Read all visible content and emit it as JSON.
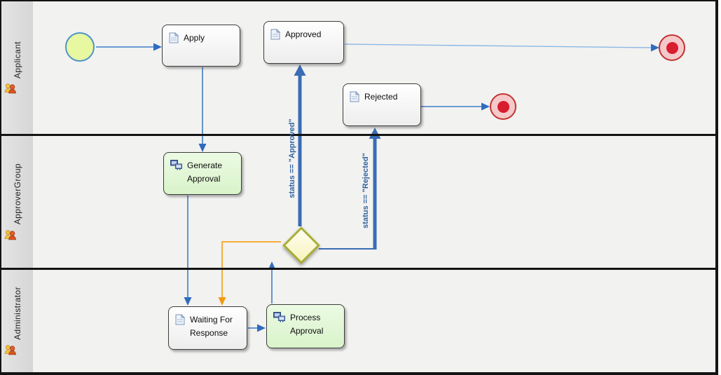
{
  "lanes": [
    {
      "label": "Applicant",
      "icon": "actor-group-icon"
    },
    {
      "label": "ApproverGroup",
      "icon": "actor-group-icon"
    },
    {
      "label": "Administrator",
      "icon": "actor-group-icon"
    }
  ],
  "nodes": {
    "start": {
      "type": "start-event"
    },
    "apply": {
      "label": "Apply",
      "icon": "document-icon"
    },
    "approved": {
      "label": "Approved",
      "icon": "document-icon"
    },
    "rejected": {
      "label": "Rejected",
      "icon": "document-icon"
    },
    "generate_approval": {
      "label": "Generate Approval",
      "icon": "service-icon"
    },
    "waiting_for_response": {
      "label": "Waiting For Response",
      "icon": "document-icon"
    },
    "process_approval": {
      "label": "Process Approval",
      "icon": "service-icon"
    },
    "end_main": {
      "type": "end-event"
    },
    "end_rejected": {
      "type": "end-event"
    }
  },
  "edge_labels": {
    "approved_condition": "status == \"Approved\"",
    "rejected_condition": "status == \"Rejected\""
  },
  "colors": {
    "flow_blue": "#3e7cc7",
    "flow_blue_thick": "#3a6cb4",
    "flow_orange": "#f6a21d",
    "flow_lightblue": "#8cb8e4",
    "condition_label": "#31649f",
    "start_fill": "#e7f8a1",
    "start_border": "#4f94c9",
    "end_fill": "#f5c9c9",
    "end_border": "#c33232",
    "end_dot": "#d81d2e",
    "task_green_fill": "#e3f7d6",
    "gateway_fill": "#fbf8d0",
    "gateway_border": "#a9ae37",
    "lane_header_bg": "#dcdcdc",
    "canvas_bg": "#f2f2f1"
  }
}
